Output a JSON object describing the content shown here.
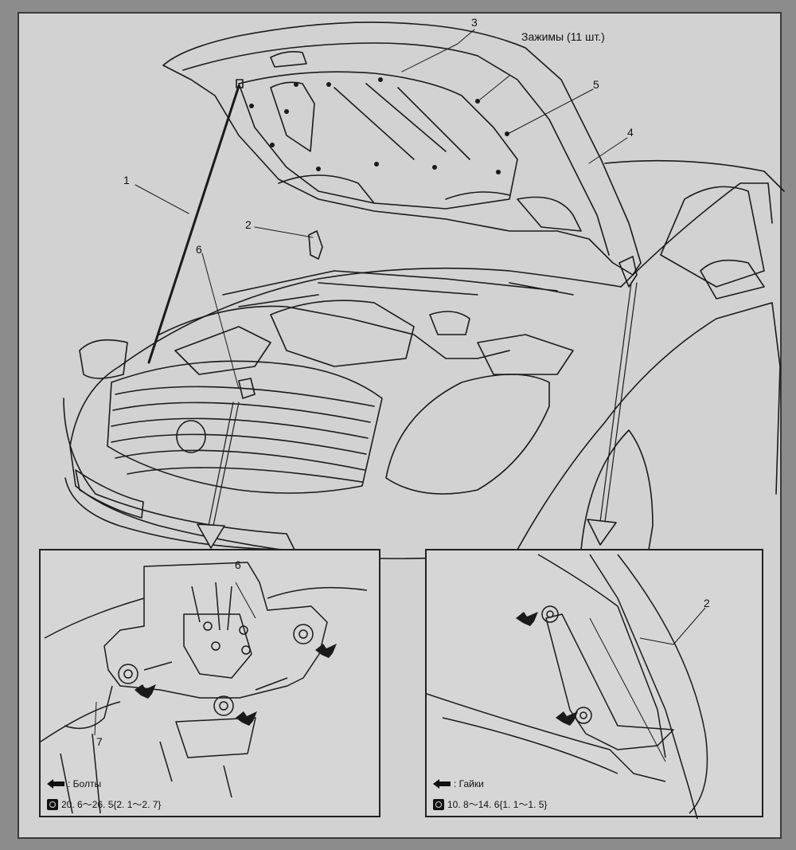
{
  "main_view": {
    "callouts": [
      "1",
      "2",
      "3",
      "4",
      "5",
      "6"
    ],
    "clips_label": "Зажимы (11 шт.)"
  },
  "inset_left": {
    "callouts": [
      "6",
      "7"
    ],
    "legend_label": ": Болты",
    "torque_spec": "20. 6～26. 5{2. 1～2. 7}"
  },
  "inset_right": {
    "callouts": [
      "2"
    ],
    "legend_label": ": Гайки",
    "torque_spec": "10. 8～14. 6{1. 1～1. 5}"
  },
  "icons": [
    "arrow-left-icon",
    "torque-wrench-icon"
  ]
}
